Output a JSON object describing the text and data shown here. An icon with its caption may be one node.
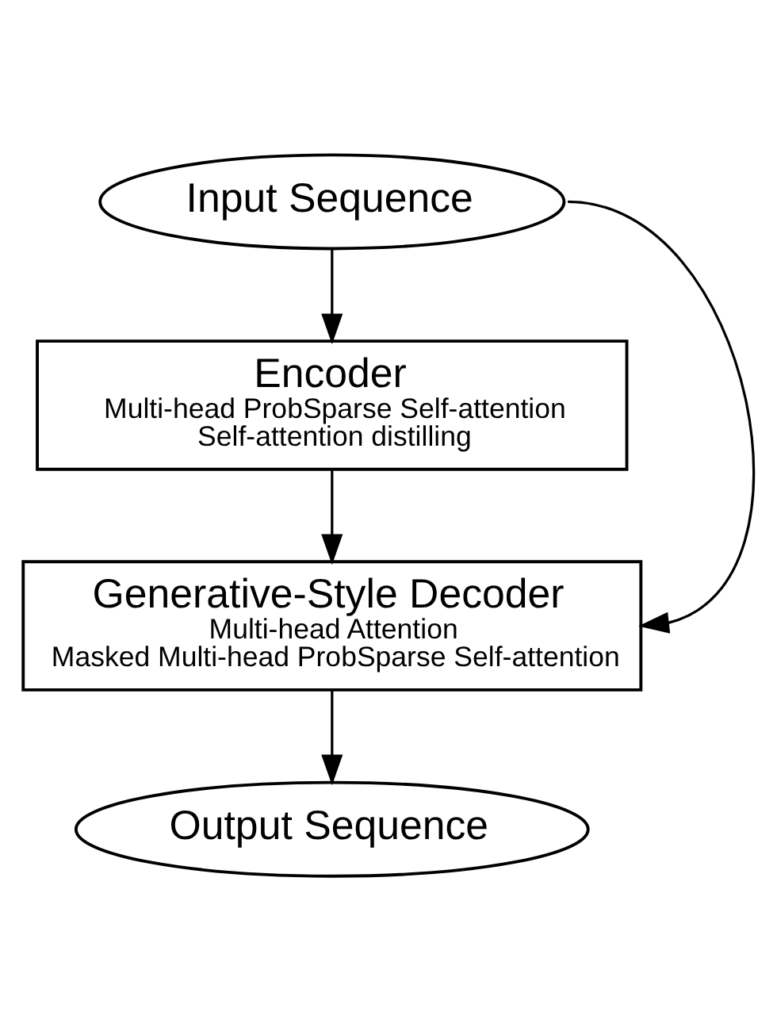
{
  "diagram": {
    "nodes": [
      {
        "text": [
          "Input Sequence"
        ]
      },
      {
        "text": [
          "Encoder",
          "Multi-head ProbSparse Self-attention",
          "Self-attention distilling"
        ]
      },
      {
        "text": [
          "Generative-Style Decoder",
          "Multi-head Attention",
          "Masked Multi-head ProbSparse Self-attention"
        ]
      },
      {
        "text": [
          "Output Sequence"
        ]
      }
    ],
    "edges": [
      {
        "from": 0,
        "to": 1,
        "arrow": "to"
      },
      {
        "from": 1,
        "to": 2,
        "arrow": "to"
      },
      {
        "from": 2,
        "to": 3,
        "arrow": "to"
      },
      {
        "from": 0,
        "to": 2,
        "arrow": "to"
      }
    ]
  }
}
